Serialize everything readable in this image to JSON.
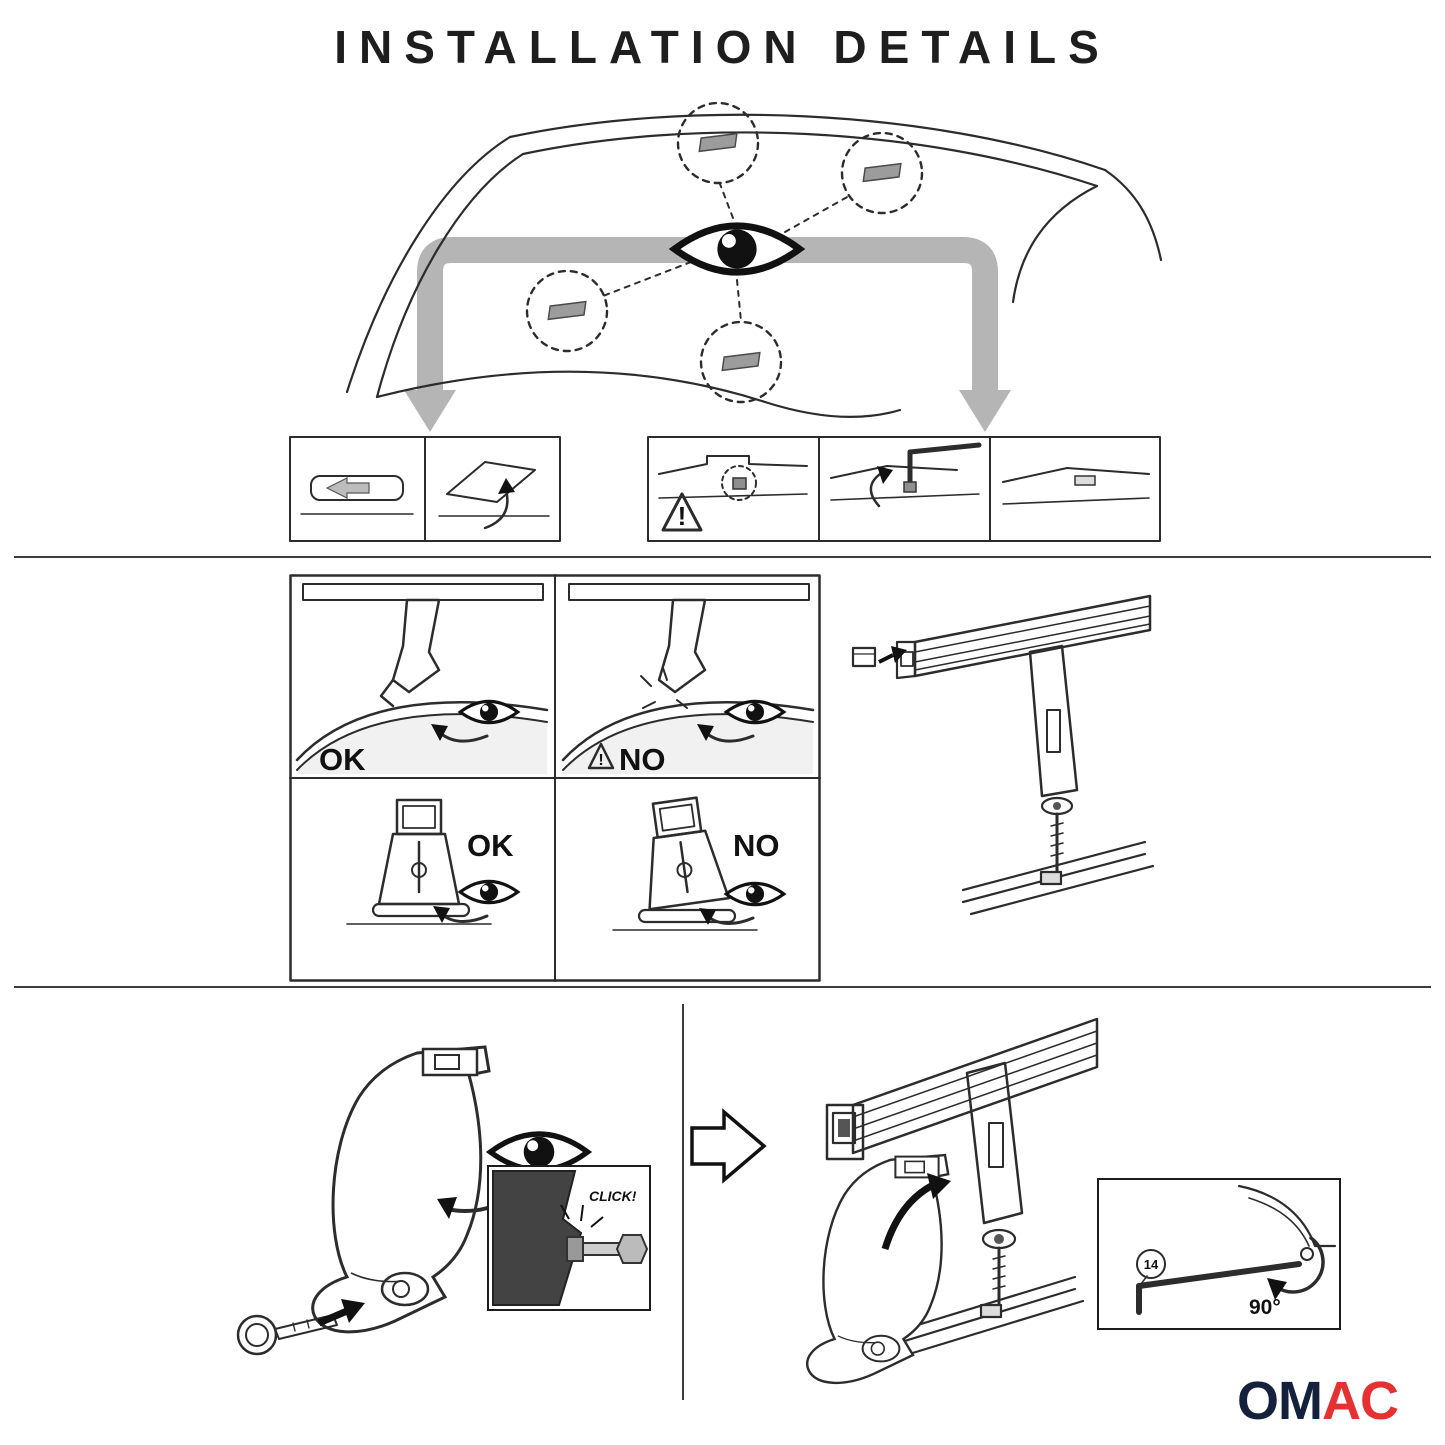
{
  "title": "INSTALLATION DETAILS",
  "labels": {
    "ok": "OK",
    "no": "NO",
    "warning_mark": "!",
    "click": "CLICK!",
    "allen_size": "14",
    "angle": "90°"
  },
  "logo": {
    "part1": "OM",
    "part2": "AC"
  },
  "colors": {
    "ink": "#2c2c2c",
    "arrow_gray": "#b5b5b5",
    "logo_navy": "#14213d",
    "logo_red": "#e53131"
  }
}
